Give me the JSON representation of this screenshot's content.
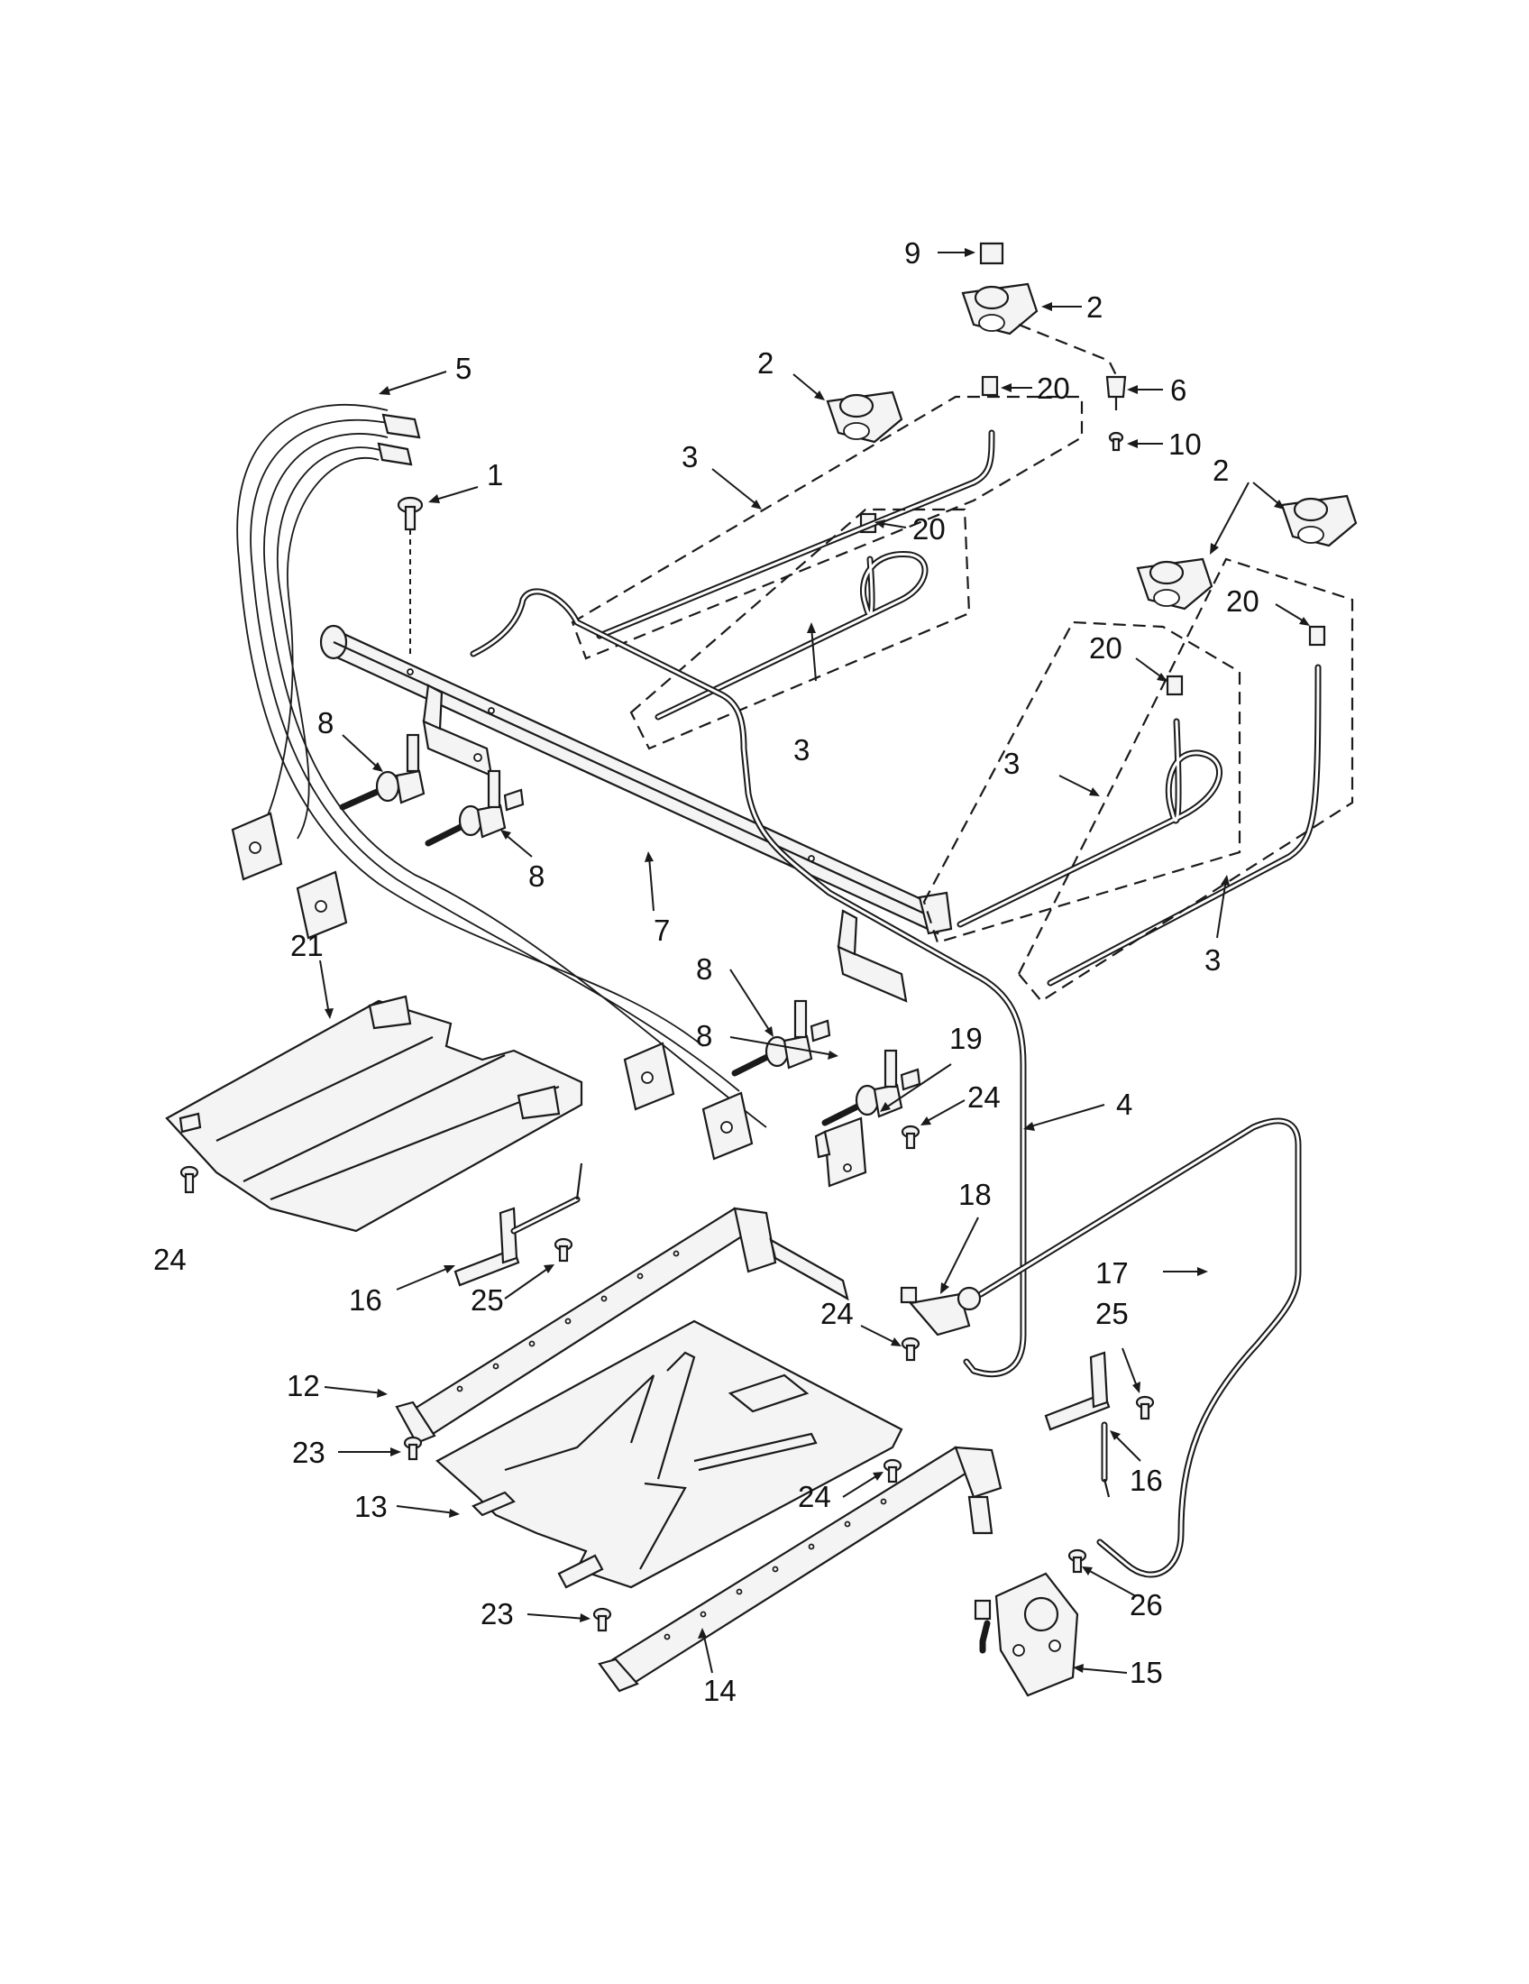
{
  "callouts": [
    {
      "id": "9",
      "text": "9"
    },
    {
      "id": "2a",
      "text": "2"
    },
    {
      "id": "6",
      "text": "6"
    },
    {
      "id": "10",
      "text": "10"
    },
    {
      "id": "20a",
      "text": "20"
    },
    {
      "id": "2b",
      "text": "2"
    },
    {
      "id": "5",
      "text": "5"
    },
    {
      "id": "1",
      "text": "1"
    },
    {
      "id": "3a",
      "text": "3"
    },
    {
      "id": "20b",
      "text": "20"
    },
    {
      "id": "2c",
      "text": "2"
    },
    {
      "id": "20c",
      "text": "20"
    },
    {
      "id": "20d",
      "text": "20"
    },
    {
      "id": "3b",
      "text": "3"
    },
    {
      "id": "3c",
      "text": "3"
    },
    {
      "id": "8a",
      "text": "8"
    },
    {
      "id": "8b",
      "text": "8"
    },
    {
      "id": "7",
      "text": "7"
    },
    {
      "id": "3d",
      "text": "3"
    },
    {
      "id": "21",
      "text": "21"
    },
    {
      "id": "8c",
      "text": "8"
    },
    {
      "id": "8d",
      "text": "8"
    },
    {
      "id": "19",
      "text": "19"
    },
    {
      "id": "24a",
      "text": "24"
    },
    {
      "id": "4",
      "text": "4"
    },
    {
      "id": "24b",
      "text": "24"
    },
    {
      "id": "18",
      "text": "18"
    },
    {
      "id": "17",
      "text": "17"
    },
    {
      "id": "16a",
      "text": "16"
    },
    {
      "id": "25a",
      "text": "25"
    },
    {
      "id": "24c",
      "text": "24"
    },
    {
      "id": "25b",
      "text": "25"
    },
    {
      "id": "12",
      "text": "12"
    },
    {
      "id": "23a",
      "text": "23"
    },
    {
      "id": "16b",
      "text": "16"
    },
    {
      "id": "13",
      "text": "13"
    },
    {
      "id": "24d",
      "text": "24"
    },
    {
      "id": "26",
      "text": "26"
    },
    {
      "id": "23b",
      "text": "23"
    },
    {
      "id": "14",
      "text": "14"
    },
    {
      "id": "15",
      "text": "15"
    }
  ]
}
